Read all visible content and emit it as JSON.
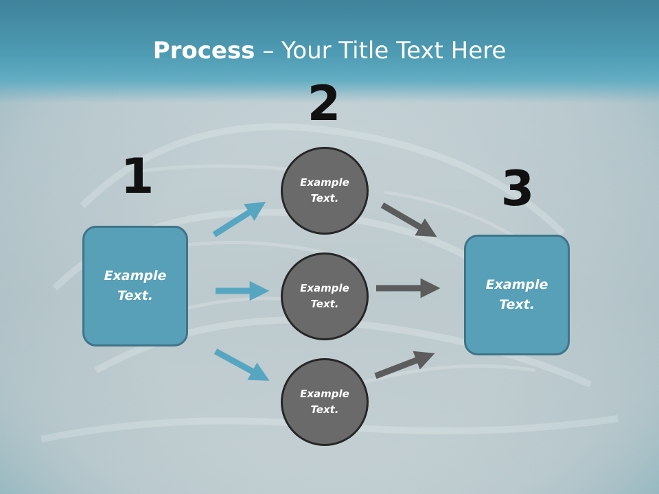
{
  "title": {
    "bold": "Process",
    "rest": " – Your Title Text Here"
  },
  "steps": [
    {
      "number": "1",
      "label": "Example Text."
    },
    {
      "number": "2",
      "items": [
        "Example Text.",
        "Example Text.",
        "Example Text."
      ]
    },
    {
      "number": "3",
      "label": "Example Text."
    }
  ],
  "colors": {
    "header": "#4f9db5",
    "box_fill": "#57a0b8",
    "box_border": "#3f7488",
    "circle_fill": "#6a6a6b",
    "circle_border": "#262626",
    "arrow_blue": "#57a6c1",
    "arrow_gray": "#5c5c5c"
  }
}
